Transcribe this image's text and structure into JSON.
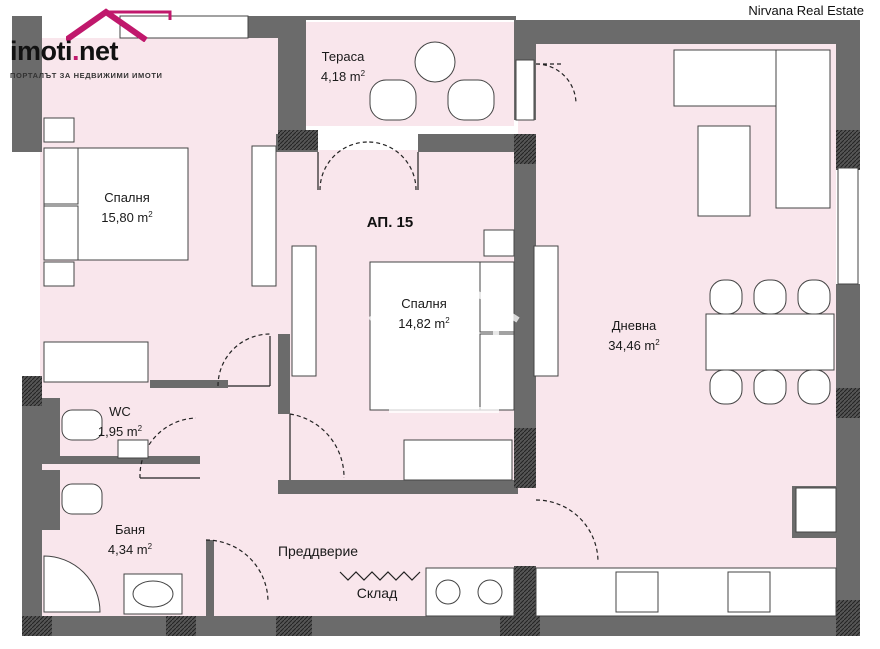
{
  "logo": {
    "name": "imoti",
    "dot": ".",
    "tld": "net",
    "tagline": "ПОРТАЛЪТ ЗА НЕДВИЖИМИ ИМОТИ",
    "accent": "#c0186c"
  },
  "brand": "Nirvana Real Estate",
  "apartment": "АП. 15",
  "colors": {
    "floor": "#f9e6ec",
    "wall": "#6b6b6b",
    "hatch": "#3a3a3a",
    "furniture": "#ffffff",
    "accent": "#c0186c"
  },
  "rooms": {
    "terrace": {
      "name": "Тераса",
      "area": "4,18 m",
      "unit": "2"
    },
    "bedroom1": {
      "name": "Спалня",
      "area": "15,80 m",
      "unit": "2"
    },
    "bedroom2": {
      "name": "Спалня",
      "area": "14,82 m",
      "unit": "2"
    },
    "living": {
      "name": "Дневна",
      "area": "34,46 m",
      "unit": "2"
    },
    "wc": {
      "name": "WC",
      "area": "1,95 m",
      "unit": "2"
    },
    "bath": {
      "name": "Баня",
      "area": "4,34 m",
      "unit": "2"
    },
    "hall": {
      "name": "Преддверие"
    },
    "storage": {
      "name": "Склад"
    }
  }
}
